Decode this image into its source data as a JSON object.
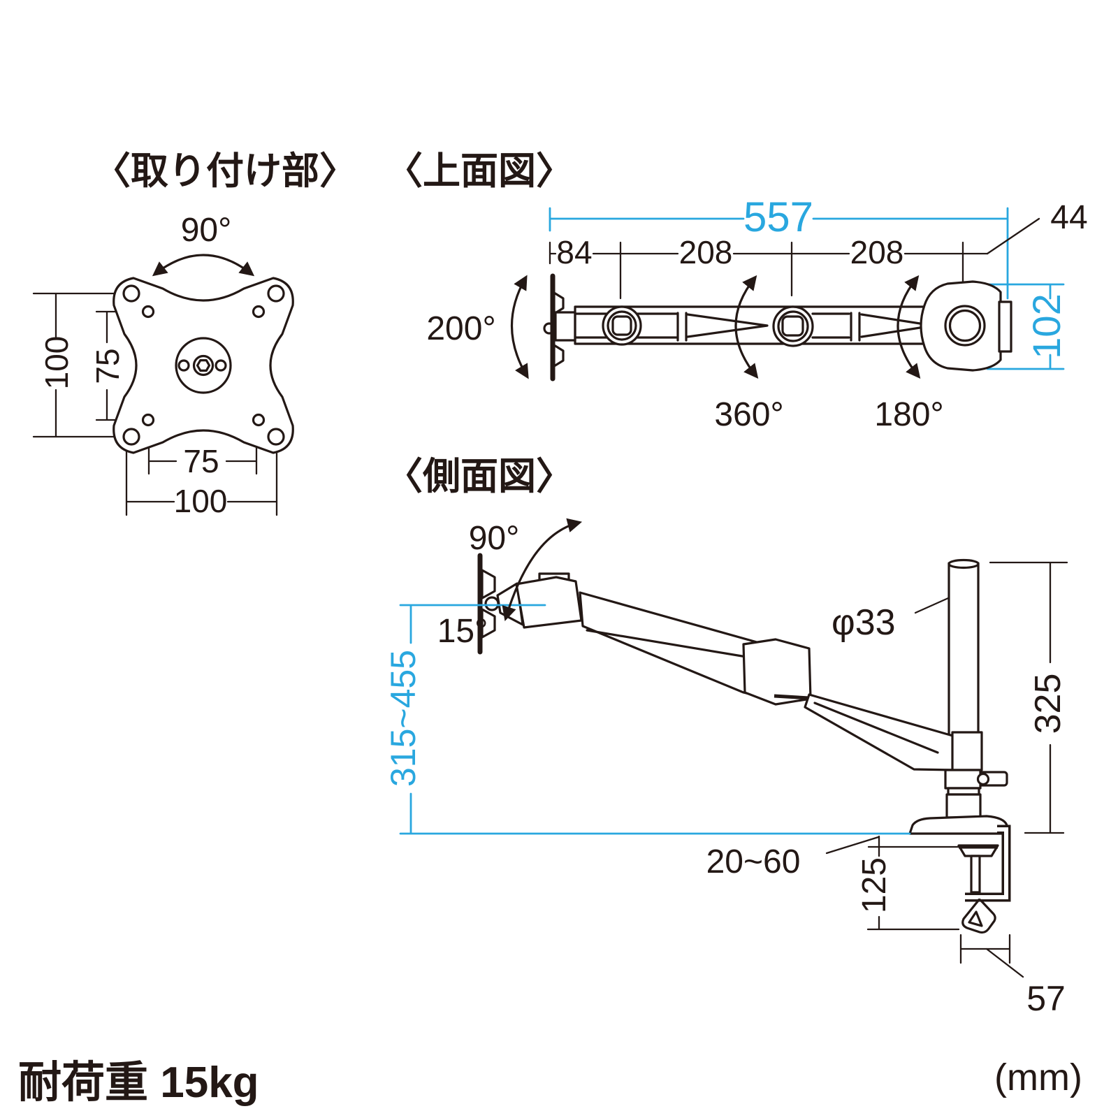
{
  "colors": {
    "ink": "#231815",
    "blue": "#29a7df"
  },
  "footer": {
    "load_capacity": "耐荷重 15kg",
    "units": "(mm)"
  },
  "views": {
    "mount": {
      "title": "〈取り付け部〉",
      "rotation": "90°",
      "outer_v": "100",
      "inner_v": "75",
      "inner_h": "75",
      "outer_h": "100"
    },
    "top": {
      "title": "〈上面図〉",
      "total_len": "557",
      "seg_base": "84",
      "seg_mid": "208",
      "seg_end": "208",
      "head_offset": "44",
      "head_width": "102",
      "base_swivel": "200°",
      "mid_swivel": "360°",
      "head_swivel": "180°"
    },
    "side": {
      "title": "〈側面図〉",
      "tilt_up": "90°",
      "tilt_down": "15°",
      "height_range": "315~455",
      "pole_diameter": "φ33",
      "pole_height": "325",
      "clamp_range": "20~60",
      "clamp_below": "125",
      "clamp_depth": "57"
    }
  }
}
